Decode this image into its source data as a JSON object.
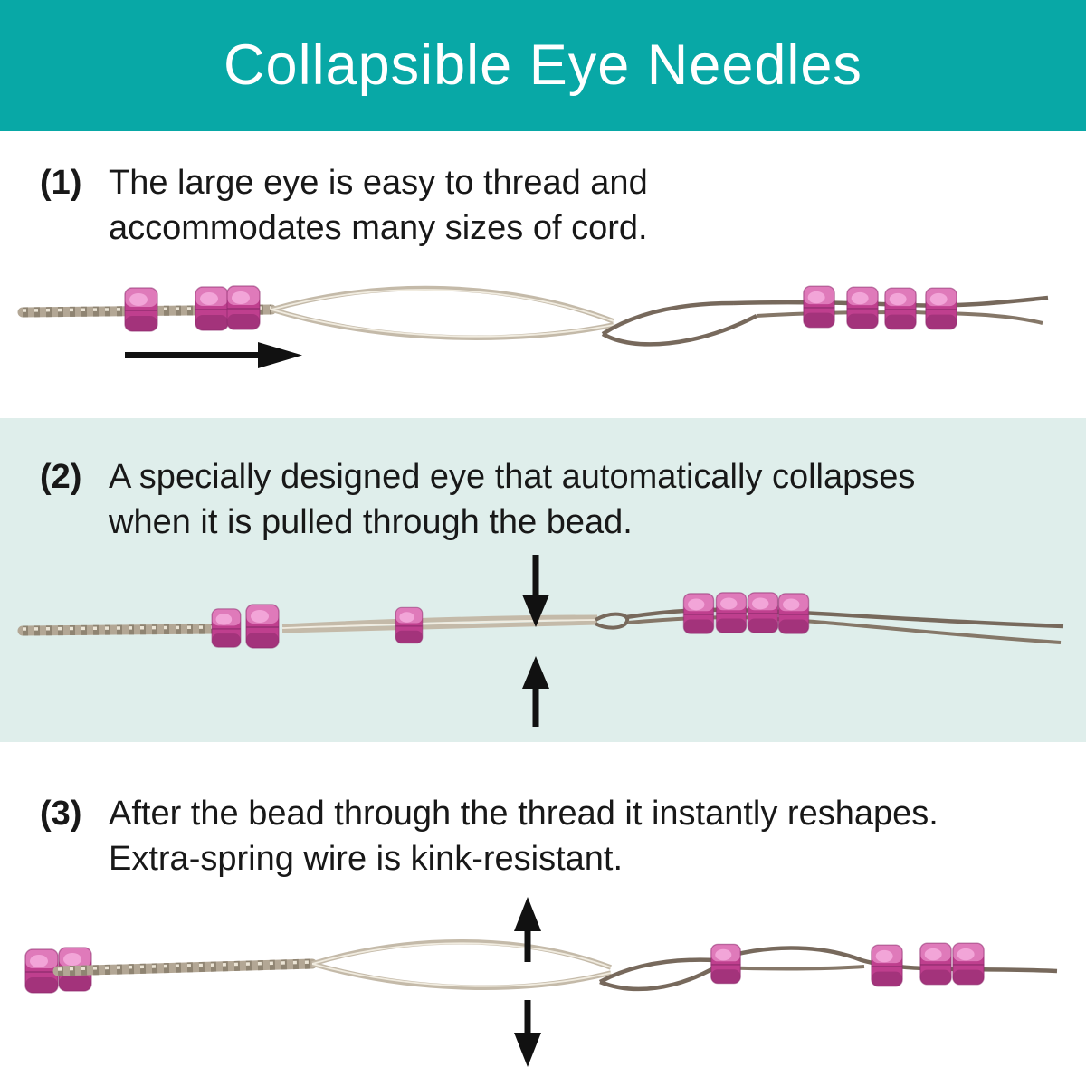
{
  "header": {
    "title": "Collapsible Eye Needles"
  },
  "steps": [
    {
      "number": "(1)",
      "line1": "The large eye is easy to thread and",
      "line2": "accommodates many sizes of cord.",
      "illustration": "needle-with-large-open-eye-threaded-with-beaded-cord",
      "icons": [
        "arrow-right-icon"
      ]
    },
    {
      "number": "(2)",
      "line1": "A specially designed eye that automatically collapses",
      "line2": "when it is pulled through the bead.",
      "illustration": "needle-with-collapsed-eye-passing-through-bead",
      "icons": [
        "arrow-down-icon",
        "arrow-up-icon"
      ]
    },
    {
      "number": "(3)",
      "line1": "After the bead through the thread it instantly reshapes.",
      "line2": "Extra-spring wire is kink-resistant.",
      "illustration": "needle-with-reshaped-open-eye",
      "icons": [
        "arrow-up-icon",
        "arrow-down-icon"
      ]
    }
  ],
  "colors": {
    "header_teal": "#08a8a6",
    "band_light_teal": "#dfeeeb",
    "text": "#181818",
    "bead_pink": "#bf3f8e",
    "bead_highlight": "#f4aadb",
    "wire_silver": "#b3a795",
    "cord_dark": "#77695c",
    "arrow_black": "#111111",
    "background": "#ffffff"
  }
}
